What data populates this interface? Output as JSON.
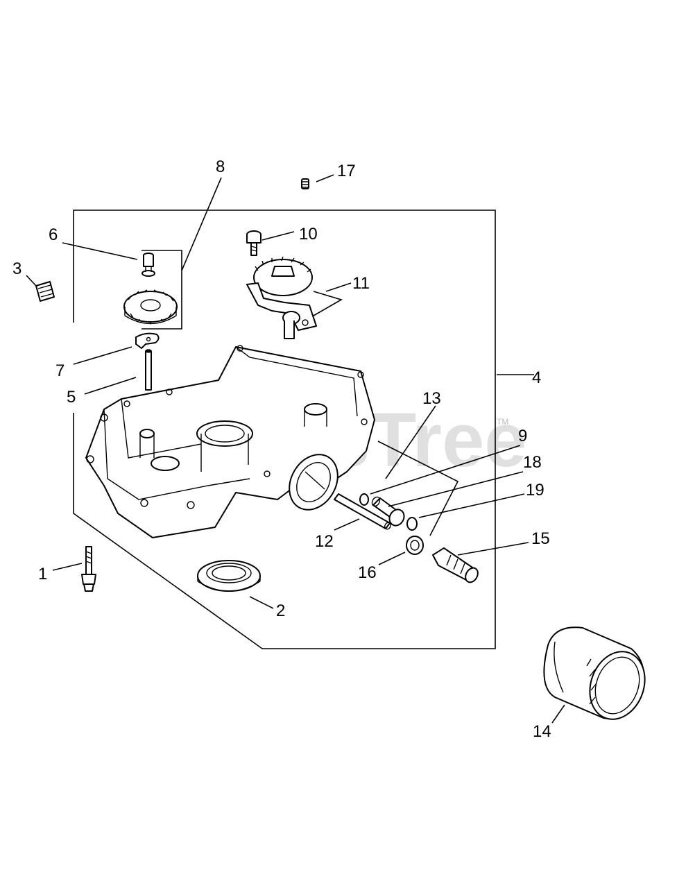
{
  "watermark": {
    "text": "PartsTree",
    "trademark": "TM"
  },
  "callouts": {
    "c1": "1",
    "c2": "2",
    "c3": "3",
    "c4": "4",
    "c5": "5",
    "c6": "6",
    "c7": "7",
    "c8": "8",
    "c9": "9",
    "c10": "10",
    "c11": "11",
    "c12": "12",
    "c13": "13",
    "c14": "14",
    "c15": "15",
    "c16": "16",
    "c17": "17",
    "c18": "18",
    "c19": "19"
  }
}
